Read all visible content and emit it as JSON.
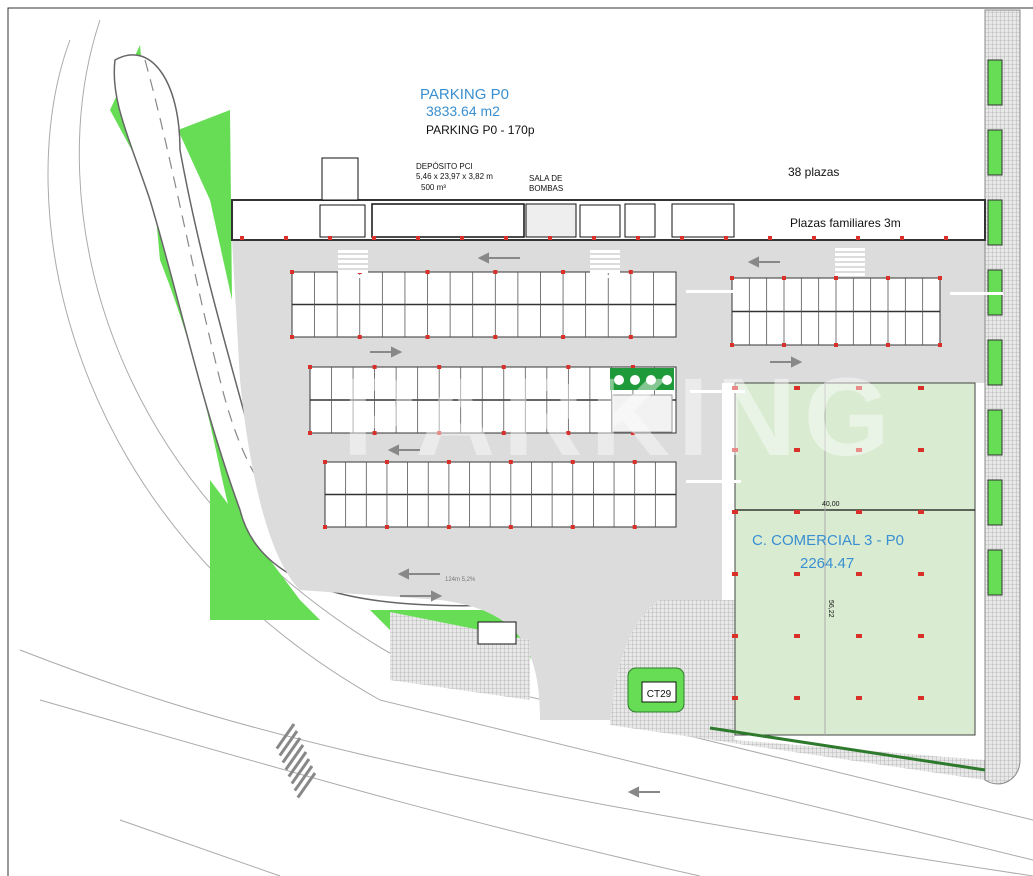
{
  "plan": {
    "title": "PARKING P0",
    "area": "3833.64 m2",
    "capacity": "PARKING P0 - 170p",
    "deposito": {
      "title": "DEPÓSITO PCI",
      "dims": "5,46  x 23,97  x 3,82 m",
      "volume": "500 m³"
    },
    "sala_line1": "SALA DE",
    "sala_line2": "BOMBAS",
    "plazas": "38 plazas",
    "familiares": "Plazas familiares 3m",
    "ramp_label": "124m 5,2%",
    "ct_label": "CT29",
    "commercial": {
      "name": "C. COMERCIAL 3 - P0",
      "area": "2264.47",
      "width_dim": "40,00",
      "depth_dim": "56,22"
    },
    "watermark": "PARKING"
  },
  "colors": {
    "title_blue": "#3a8fd0",
    "green_area": "#66dd55",
    "commercial_fill": "#d9ecd2",
    "pavement": "#dcdcdc",
    "column_red": "#d9302a",
    "accessible_green": "#1f9a3a"
  }
}
